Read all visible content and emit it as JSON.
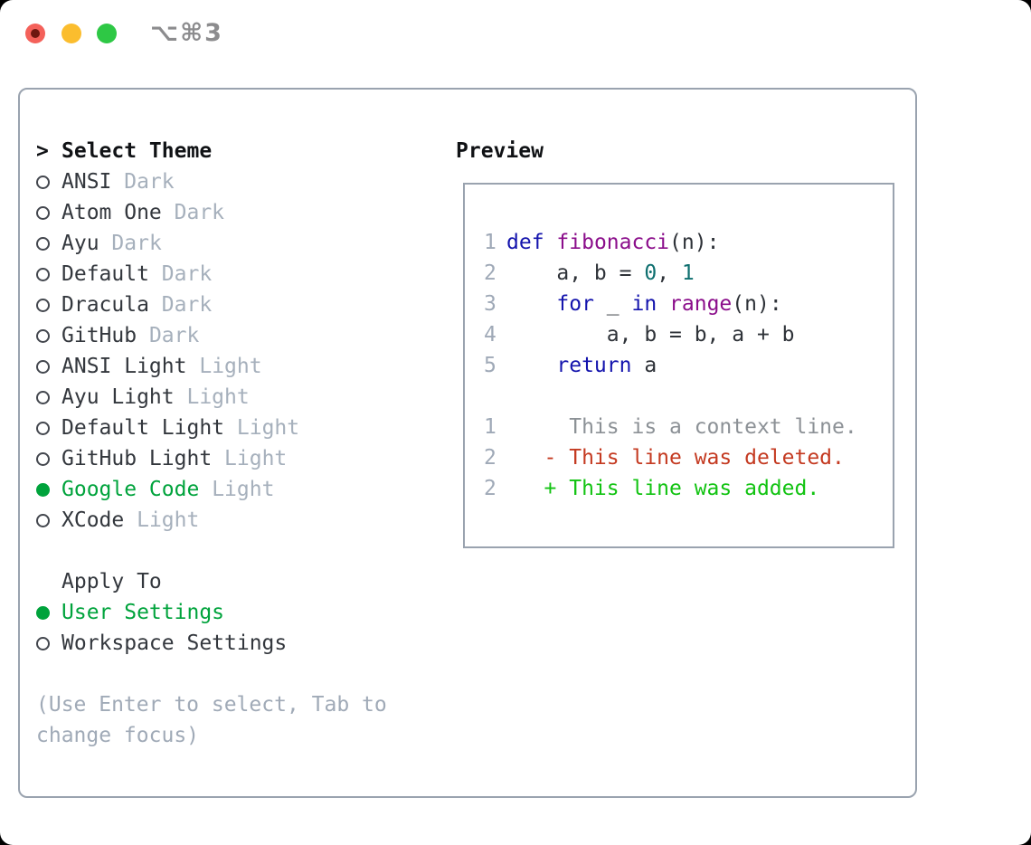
{
  "window": {
    "title": "⌥⌘3",
    "traffic_lights": [
      "close",
      "minimize",
      "zoom"
    ]
  },
  "theme_selector": {
    "prompt": ">",
    "title": "Select Theme",
    "themes": [
      {
        "name": "ANSI",
        "variant": "Dark",
        "selected": false
      },
      {
        "name": "Atom One",
        "variant": "Dark",
        "selected": false
      },
      {
        "name": "Ayu",
        "variant": "Dark",
        "selected": false
      },
      {
        "name": "Default",
        "variant": "Dark",
        "selected": false
      },
      {
        "name": "Dracula",
        "variant": "Dark",
        "selected": false
      },
      {
        "name": "GitHub",
        "variant": "Dark",
        "selected": false
      },
      {
        "name": "ANSI Light",
        "variant": "Light",
        "selected": false
      },
      {
        "name": "Ayu Light",
        "variant": "Light",
        "selected": false
      },
      {
        "name": "Default Light",
        "variant": "Light",
        "selected": false
      },
      {
        "name": "GitHub Light",
        "variant": "Light",
        "selected": false
      },
      {
        "name": "Google Code",
        "variant": "Light",
        "selected": true
      },
      {
        "name": "XCode",
        "variant": "Light",
        "selected": false
      }
    ],
    "apply_to": {
      "title": "Apply To",
      "options": [
        {
          "label": "User Settings",
          "selected": true
        },
        {
          "label": "Workspace Settings",
          "selected": false
        }
      ]
    },
    "hint": "(Use Enter to select, Tab to change focus)"
  },
  "preview": {
    "title": "Preview",
    "lines": [
      {
        "num": "1",
        "segments": [
          {
            "t": "def",
            "c": "kw"
          },
          {
            "t": " "
          },
          {
            "t": "fibonacci",
            "c": "fn"
          },
          {
            "t": "(n):"
          }
        ]
      },
      {
        "num": "2",
        "segments": [
          {
            "t": "    a, b = "
          },
          {
            "t": "0",
            "c": "lit"
          },
          {
            "t": ", "
          },
          {
            "t": "1",
            "c": "lit"
          }
        ]
      },
      {
        "num": "3",
        "segments": [
          {
            "t": "    "
          },
          {
            "t": "for",
            "c": "kw"
          },
          {
            "t": " _ "
          },
          {
            "t": "in",
            "c": "kw"
          },
          {
            "t": " "
          },
          {
            "t": "range",
            "c": "fn"
          },
          {
            "t": "(n):"
          }
        ]
      },
      {
        "num": "4",
        "segments": [
          {
            "t": "        a, b = b, a + b"
          }
        ]
      },
      {
        "num": "5",
        "segments": [
          {
            "t": "    "
          },
          {
            "t": "return",
            "c": "kw"
          },
          {
            "t": " a"
          }
        ]
      },
      {
        "num": "",
        "segments": []
      },
      {
        "num": "1",
        "segments": [
          {
            "t": "     This is a context line.",
            "c": "ctx"
          }
        ]
      },
      {
        "num": "2",
        "segments": [
          {
            "t": "   - This line was deleted.",
            "c": "del"
          }
        ]
      },
      {
        "num": "2",
        "segments": [
          {
            "t": "   + This line was added.",
            "c": "add"
          }
        ]
      }
    ]
  },
  "colors": {
    "accent": "#00a33c",
    "add": "#12c312",
    "del": "#c43a21",
    "kw": "#1414ad",
    "fn": "#8b0e8b",
    "lit": "#0e6f6f",
    "ctx": "#8c9196",
    "plain": "#2e3238",
    "plain-dark": "#33373d",
    "heading": "#101215",
    "muted": "#a6b0bc",
    "hint": "#a0aab7",
    "line-num": "#9fa9b7",
    "border": "#9aa3af",
    "radio-ring": "#43474e",
    "title-gray": "#8c8c8e",
    "red": "#f4615a",
    "red-dot": "#6d1710",
    "yellow": "#fbbd2e",
    "green-light": "#2ec845"
  }
}
